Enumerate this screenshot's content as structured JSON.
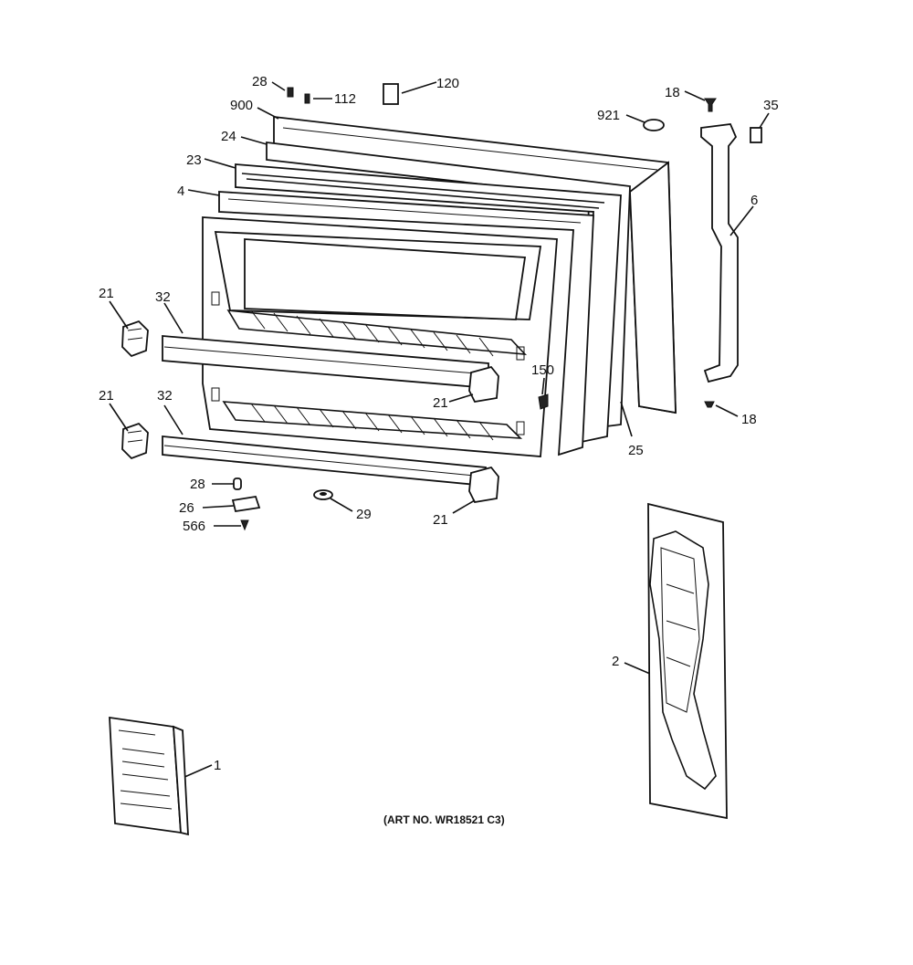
{
  "diagram": {
    "caption": "(ART NO. WR18521 C3)",
    "callouts": [
      {
        "id": "c28a",
        "text": "28"
      },
      {
        "id": "c112",
        "text": "112"
      },
      {
        "id": "c120",
        "text": "120"
      },
      {
        "id": "c900",
        "text": "900"
      },
      {
        "id": "c24",
        "text": "24"
      },
      {
        "id": "c23",
        "text": "23"
      },
      {
        "id": "c4",
        "text": "4"
      },
      {
        "id": "c921",
        "text": "921"
      },
      {
        "id": "c18a",
        "text": "18"
      },
      {
        "id": "c35",
        "text": "35"
      },
      {
        "id": "c6",
        "text": "6"
      },
      {
        "id": "c21a",
        "text": "21"
      },
      {
        "id": "c32a",
        "text": "32"
      },
      {
        "id": "c150",
        "text": "150"
      },
      {
        "id": "c21b",
        "text": "21"
      },
      {
        "id": "c21c",
        "text": "21"
      },
      {
        "id": "c32b",
        "text": "32"
      },
      {
        "id": "c18b",
        "text": "18"
      },
      {
        "id": "c25",
        "text": "25"
      },
      {
        "id": "c28b",
        "text": "28"
      },
      {
        "id": "c26",
        "text": "26"
      },
      {
        "id": "c566",
        "text": "566"
      },
      {
        "id": "c29",
        "text": "29"
      },
      {
        "id": "c21d",
        "text": "21"
      },
      {
        "id": "c2",
        "text": "2"
      },
      {
        "id": "c1",
        "text": "1"
      }
    ]
  }
}
